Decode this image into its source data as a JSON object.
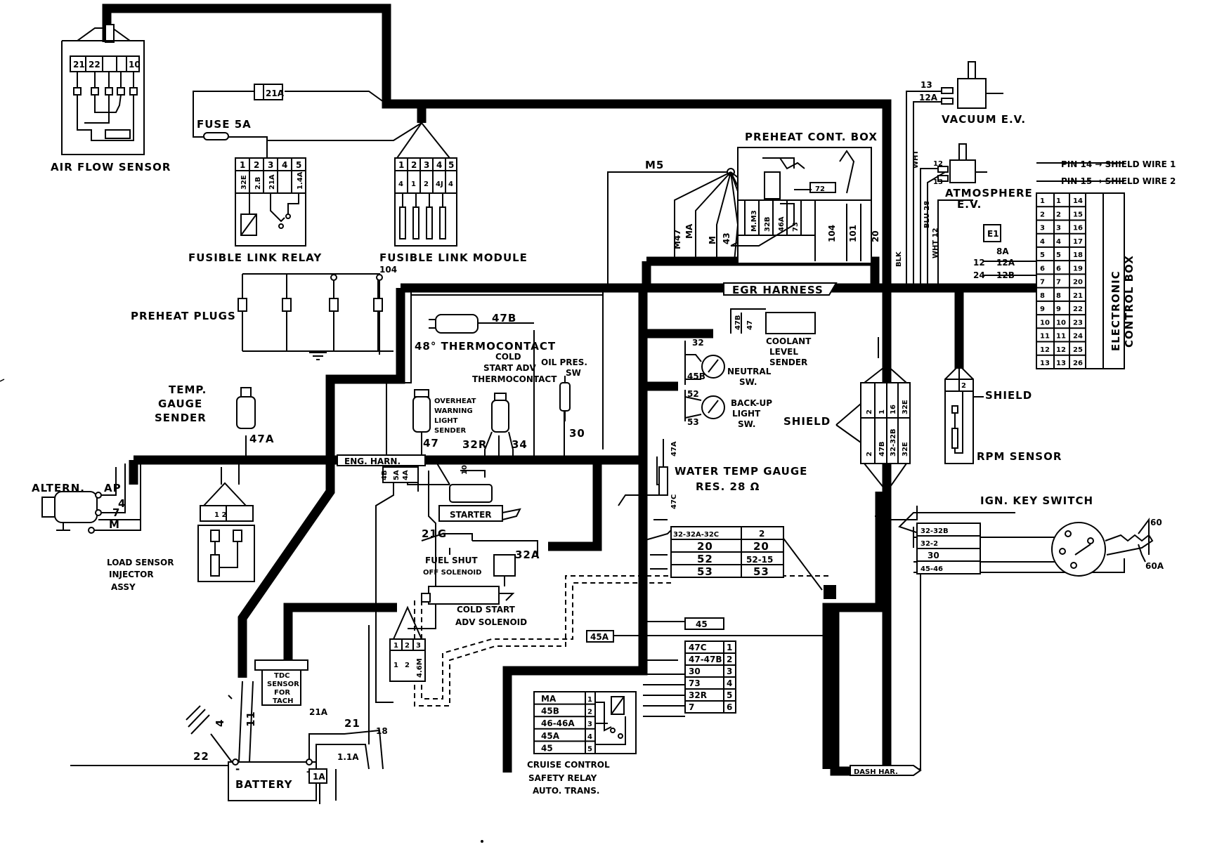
{
  "colors": {
    "ink": "#000000",
    "paper": "#ffffff"
  },
  "components": {
    "air_flow_sensor": "AIR FLOW SENSOR",
    "fuse": "FUSE 5A",
    "fusible_link_relay": "FUSIBLE LINK RELAY",
    "fusible_link_module": "FUSIBLE LINK MODULE",
    "preheat_plugs": "PREHEAT PLUGS",
    "thermocontact": "48° THERMOCONTACT",
    "cold_start_adv_thermocontact": [
      "COLD",
      "START ADV",
      "THERMOCONTACT"
    ],
    "oil_pres_sw": [
      "OIL PRES.",
      "SW"
    ],
    "overheat_warning_light_sender": [
      "OVERHEAT",
      "WARNING",
      "LIGHT",
      "SENDER"
    ],
    "temp_gauge_sender": [
      "TEMP.",
      "GAUGE",
      "SENDER"
    ],
    "altern": "ALTERN.",
    "load_sensor": [
      "LOAD SENSOR",
      "INJECTOR",
      "ASSY"
    ],
    "starter": "STARTER",
    "fuel_shut_off_solenoid": [
      "FUEL SHUT",
      "OFF SOLENOID"
    ],
    "cold_start_adv_solenoid": [
      "COLD START",
      "ADV SOLENOID"
    ],
    "tdc_sensor": [
      "TDC",
      "SENSOR",
      "FOR",
      "TACH"
    ],
    "battery": "BATTERY",
    "preheat_cont_box": "PREHEAT CONT. BOX",
    "egr_harness": "EGR HARNESS",
    "eng_harn": "ENG. HARN.",
    "coolant_level_sender": [
      "COOLANT",
      "LEVEL",
      "SENDER"
    ],
    "neutral_sw": [
      "NEUTRAL",
      "SW."
    ],
    "backup_light_sw": [
      "BACK-UP",
      "LIGHT",
      "SW."
    ],
    "shield": "SHIELD",
    "water_temp_gauge": [
      "WATER TEMP GAUGE",
      "RES. 28 Ω"
    ],
    "vacuum_ev": "VACUUM E.V.",
    "atmosphere_ev": [
      "ATMOSPHERE",
      "E.V."
    ],
    "electronic_control_box": [
      "ELECTRONIC",
      "CONTROL BOX"
    ],
    "pin14": "PIN 14 → SHIELD WIRE 1",
    "pin15": "PIN 15 → SHIELD WIRE 2",
    "rpm_sensor": "RPM SENSOR",
    "ign_key_switch": "IGN. KEY SWITCH",
    "cruise_control": [
      "CRUISE CONTROL",
      "SAFETY RELAY",
      "AUTO. TRANS."
    ],
    "dash_har": "DASH HAR."
  },
  "wires": {
    "w21A": "21A",
    "w104": "104",
    "w47B": "47B",
    "w47A": "47A",
    "w47": "47",
    "w32R": "32R",
    "w34": "34",
    "w30": "30",
    "w4": "4",
    "w7": "7",
    "wM": "M",
    "w4B": "4B",
    "w5A": "5A",
    "w4A": "4A",
    "w101": "101",
    "w21G": "21G",
    "w32A": "32A",
    "w45A": "45A",
    "w45": "45",
    "w22": "22",
    "w21": "21",
    "w18": "18",
    "w11A": "1.1A",
    "w1A": "1A",
    "w21A_b": "21A",
    "w4_b": "4",
    "w11": "11",
    "wAP": "AP",
    "wM5": "M5",
    "wM47": "M47",
    "wMA": "MA",
    "wM_b": "M",
    "w43": "43",
    "w104_b": "104",
    "w101_b": "101",
    "w20": "20",
    "w32": "32",
    "w45B": "45B",
    "w52": "52",
    "w53": "53",
    "w47C": "47C",
    "w47A_b": "47A",
    "w47_b": "47",
    "w47B_b": "47B",
    "w13": "13",
    "w12A": "12A",
    "wWHT": "WHT",
    "wBLU28": "BLU 28",
    "wWHT12": "WHT 12",
    "wBLK": "BLK",
    "w60": "60",
    "w60A": "60A",
    "wE1": "E1",
    "w8A": "8A",
    "w12": "12",
    "w12A_b": "12A",
    "w24": "24",
    "w12B": "12B",
    "wAP_b": "AP",
    "w2": "2",
    "w1": "1",
    "w12_af": "12",
    "w13_b": "13",
    "w2_sh": "2",
    "wMMM": "M.M3",
    "w32B": "32B",
    "w46A": "46A",
    "w73": "73",
    "w72": "72",
    "w1_r": "1",
    "w2_r": "2",
    "w3_r": "3",
    "w4_r": "4",
    "w5_r": "5",
    "w32E": "32E",
    "w2_r2": "2",
    "w3_r2": "3",
    "w4_r2": "4"
  },
  "afs_connector": [
    "21",
    "22",
    "",
    "",
    "10"
  ],
  "flr_pins": [
    "1",
    "2",
    "3",
    "4",
    "5"
  ],
  "flr_wires": [
    "32E",
    "2.B",
    "21A",
    "",
    "1.4A"
  ],
  "flm_pins": [
    "1",
    "2",
    "3",
    "4",
    "5"
  ],
  "flm_wires": [
    "4",
    "1",
    "2",
    "4J",
    "4"
  ],
  "shield_conn": {
    "top": [
      "2",
      "1",
      "16",
      "32E"
    ],
    "bottom": [
      "2",
      "47B",
      "32-32B",
      "32E"
    ]
  },
  "engine_table": {
    "rows": [
      [
        "32-32A-32C",
        "2"
      ],
      [
        "20",
        "20"
      ],
      [
        "52",
        "52-15"
      ],
      [
        "53",
        "53"
      ]
    ]
  },
  "ign_table": {
    "rows": [
      "32-32B",
      "32-2",
      "30",
      "45-46"
    ]
  },
  "cruise_table": {
    "rows": [
      [
        "MA",
        "1"
      ],
      [
        "45B",
        "2"
      ],
      [
        "46-46A",
        "3"
      ],
      [
        "45A",
        "4"
      ],
      [
        "45",
        "5"
      ]
    ]
  },
  "dash_table": {
    "rows": [
      [
        "47C",
        "1"
      ],
      [
        "47-47B",
        "2"
      ],
      [
        "30",
        "3"
      ],
      [
        "73",
        "4"
      ],
      [
        "32R",
        "5"
      ],
      [
        "7",
        "6"
      ]
    ]
  },
  "ecb_pins": [
    [
      "1",
      "1",
      "14"
    ],
    [
      "2",
      "2",
      "15"
    ],
    [
      "3",
      "3",
      "16"
    ],
    [
      "4",
      "4",
      "17"
    ],
    [
      "5",
      "5",
      "18"
    ],
    [
      "6",
      "6",
      "19"
    ],
    [
      "7",
      "7",
      "20"
    ],
    [
      "8",
      "8",
      "21"
    ],
    [
      "9",
      "9",
      "22"
    ],
    [
      "10",
      "10",
      "23"
    ],
    [
      "11",
      "11",
      "24"
    ],
    [
      "12",
      "12",
      "25"
    ],
    [
      "13",
      "13",
      "26"
    ]
  ],
  "tdc_conn": [
    "1",
    "2",
    "3"
  ],
  "tdc_wires": [
    "1",
    "2",
    "4.6M"
  ],
  "load_sensor_conn": "1 2"
}
